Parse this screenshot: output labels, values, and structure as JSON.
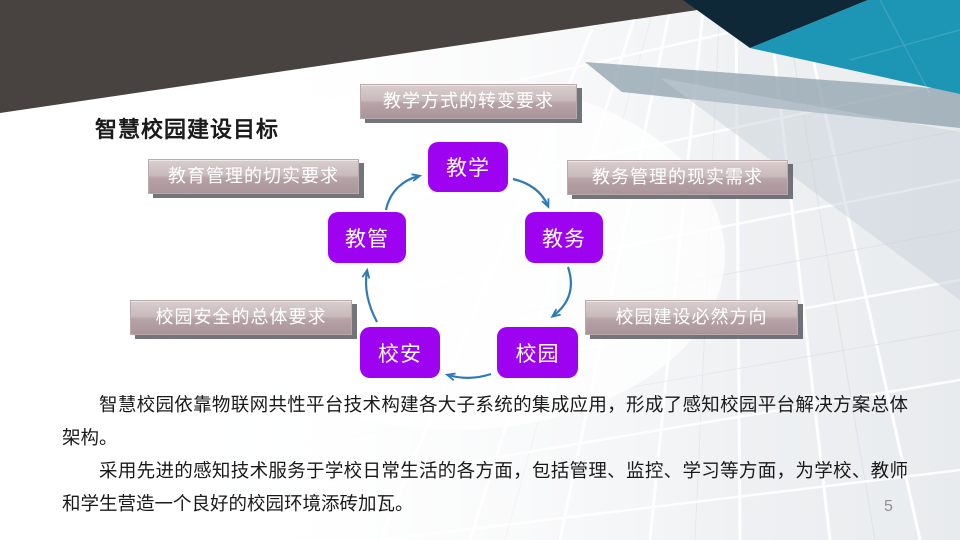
{
  "slide": {
    "title": "智慧校园建设目标",
    "page_number": "5"
  },
  "diagram": {
    "nodes": [
      {
        "id": "jiaoxue",
        "label": "教学"
      },
      {
        "id": "jiaowu",
        "label": "教务"
      },
      {
        "id": "xiaoyuan",
        "label": "校园"
      },
      {
        "id": "xiaoan",
        "label": "校安"
      },
      {
        "id": "jiaoguan",
        "label": "教管"
      }
    ],
    "requirements": [
      {
        "id": "top",
        "text": "教学方式的转变要求"
      },
      {
        "id": "right",
        "text": "教务管理的现实需求"
      },
      {
        "id": "bottom-right",
        "text": "校园建设必然方向"
      },
      {
        "id": "bottom-left",
        "text": "校园安全的总体要求"
      },
      {
        "id": "left",
        "text": "教育管理的切实要求"
      }
    ],
    "flow": "教学 → 教务 → 校园 → 校安 → 教管 → 教学"
  },
  "body": {
    "paragraphs": [
      "智慧校园依靠物联网共性平台技术构建各大子系统的集成应用，形成了感知校园平台解决方案总体架构。",
      "采用先进的感知技术服务于学校日常生活的各方面，包括管理、监控、学习等方面，为学校、教师和学生营造一个良好的校园环境添砖加瓦。"
    ]
  },
  "colors": {
    "node_purple": "#9d03f0",
    "arrow_blue": "#2e7ab8",
    "teal": "#1d95b4",
    "navy": "#0e2838",
    "charcoal": "#484341",
    "label_gradient_top": "#d9cdce",
    "label_gradient_bottom": "#a8949a"
  }
}
